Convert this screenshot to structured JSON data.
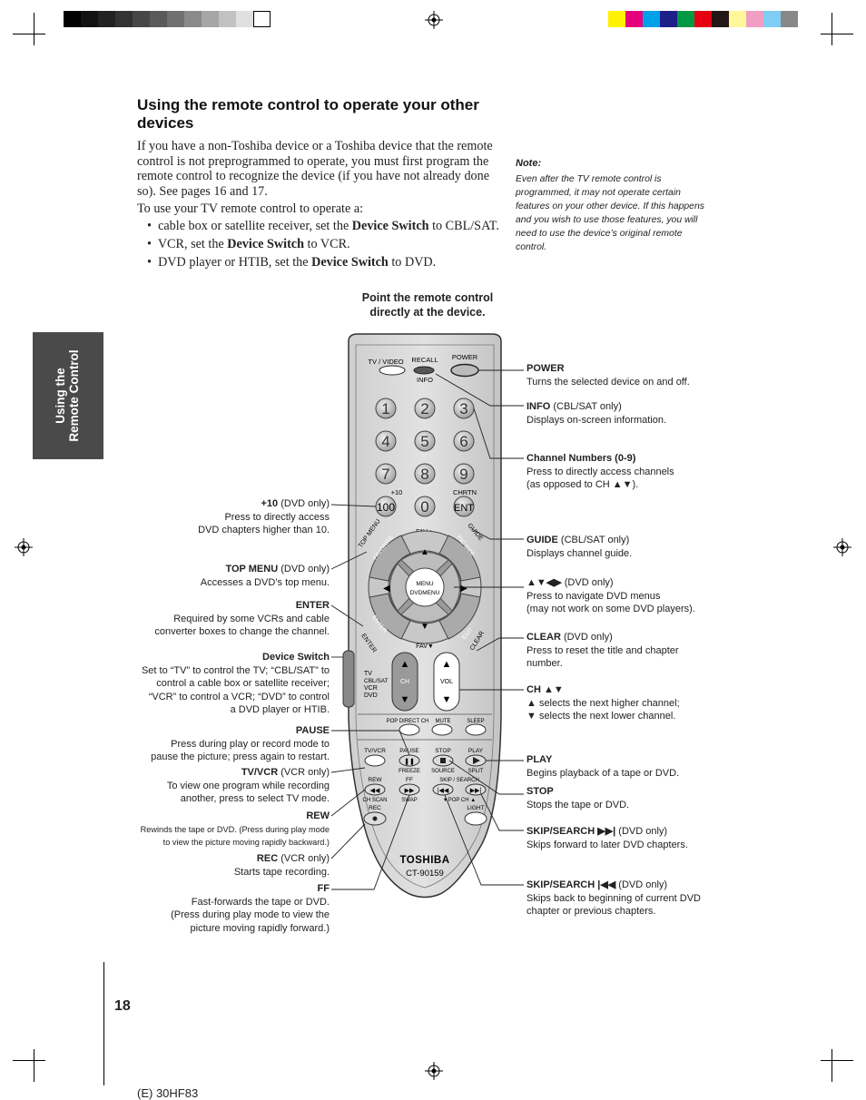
{
  "heading": "Using the remote control to operate your other devices",
  "intro": "If you have a non-Toshiba device or a Toshiba device that the remote control is not preprogrammed to operate, you must first program the remote control to recognize the device (if you have not already done so). See pages 16 and 17.",
  "use_intro": "To use your TV remote control to operate a:",
  "bullets": [
    {
      "pre": "cable box or satellite receiver, set the ",
      "bold": "Device Switch",
      "post": " to CBL/SAT."
    },
    {
      "pre": "VCR, set the ",
      "bold": "Device Switch",
      "post": " to VCR."
    },
    {
      "pre": "DVD player or HTIB, set the ",
      "bold": "Device Switch",
      "post": " to DVD."
    }
  ],
  "note": {
    "title": "Note:",
    "text": "Even after the TV remote control is programmed, it may not operate certain features on your other device. If this happens and you wish to use those features, you will need to use the device’s original remote control."
  },
  "side_tab": {
    "line1": "Using the",
    "line2": "Remote Control"
  },
  "point_label": {
    "line1": "Point the remote control",
    "line2": "directly at the device."
  },
  "remote": {
    "tv_video": "TV / VIDEO",
    "recall": "RECALL",
    "info": "INFO",
    "power": "POWER",
    "digits": [
      "1",
      "2",
      "3",
      "4",
      "5",
      "6",
      "7",
      "8",
      "9"
    ],
    "plus10_label": "+10",
    "chrtn": "CHRTN",
    "k100": "100",
    "k0": "0",
    "ent": "ENT",
    "top_menu": "TOP MENU",
    "guide": "GUIDE",
    "favorite": "FAVORITE",
    "pic_size": "PIC SIZE",
    "fav_up": "FAV▲",
    "fav_down": "FAV▼",
    "menu": "MENU",
    "dvdmenu": "DVDMENU",
    "enter": "ENTER",
    "exit": "EXIT",
    "clear": "CLEAR",
    "sw_tv": "TV",
    "sw_cbl": "CBL/SAT",
    "sw_vcr": "VCR",
    "sw_dvd": "DVD",
    "ch": "CH",
    "vol": "VOL",
    "pop_direct": "POP DIRECT CH",
    "mute": "MUTE",
    "sleep": "SLEEP",
    "tvvcr": "TV/VCR",
    "pause": "PAUSE",
    "stop": "STOP",
    "play": "PLAY",
    "freeze": "FREEZE",
    "source": "SOURCE",
    "split": "SPLIT",
    "rew": "REW",
    "ff": "FF",
    "skip": "SKIP / SEARCH",
    "chscan": "CH SCAN",
    "swap": "SWAP",
    "popch": "▼POP CH ▲",
    "rec": "REC",
    "light": "LIGHT",
    "brand": "TOSHIBA",
    "model": "CT-90159"
  },
  "left_labels": {
    "plus10": {
      "title": "+10",
      "qual": " (DVD only)",
      "lines": [
        "Press to directly access",
        "DVD chapters higher than 10."
      ]
    },
    "top_menu": {
      "title": "TOP MENU",
      "qual": " (DVD only)",
      "lines": [
        "Accesses a DVD’s top menu."
      ]
    },
    "enter": {
      "title": "ENTER",
      "lines": [
        "Required by some VCRs and cable",
        "converter boxes to change the channel."
      ]
    },
    "device_switch": {
      "title": "Device Switch",
      "lines": [
        "Set to “TV” to control the TV; “CBL/SAT” to",
        "control a cable box or satellite receiver;",
        "“VCR” to control a VCR; “DVD” to control",
        "a DVD player or HTIB."
      ]
    },
    "pause": {
      "title": "PAUSE",
      "lines": [
        "Press during play or record mode to",
        "pause the picture; press again to restart."
      ]
    },
    "tvvcr": {
      "title": "TV/VCR",
      "qual": " (VCR only)",
      "lines": [
        "To view one program while recording",
        "another, press to select TV mode."
      ]
    },
    "rew": {
      "title": "REW",
      "lines": [
        "Rewinds the tape or DVD. (Press during play mode",
        "to view the picture moving rapidly backward.)"
      ]
    },
    "rec": {
      "title": "REC",
      "qual": " (VCR only)",
      "lines": [
        "Starts tape recording."
      ]
    },
    "ff": {
      "title": "FF",
      "lines": [
        "Fast-forwards the tape or DVD.",
        "(Press during play mode to view the",
        "picture moving rapidly forward.)"
      ]
    }
  },
  "right_labels": {
    "power": {
      "title": "POWER",
      "lines": [
        "Turns the selected device on and off."
      ]
    },
    "info": {
      "title": "INFO",
      "qual": " (CBL/SAT only)",
      "lines": [
        "Displays on-screen information."
      ]
    },
    "channel": {
      "title": "Channel Numbers (0-9)",
      "lines": [
        "Press to directly access channels",
        "(as opposed to CH ▲▼)."
      ]
    },
    "guide": {
      "title": "GUIDE",
      "qual": " (CBL/SAT only)",
      "lines": [
        "Displays channel guide."
      ]
    },
    "arrows": {
      "title": "▲▼◀▶",
      "qual": " (DVD only)",
      "lines": [
        "Press to navigate DVD menus",
        "(may not work on some DVD players)."
      ]
    },
    "clear": {
      "title": "CLEAR",
      "qual": " (DVD only)",
      "lines": [
        "Press to reset the title and chapter",
        "number."
      ]
    },
    "ch": {
      "title": "CH ▲▼",
      "lines": [
        "▲ selects the next higher channel;",
        "▼ selects the next lower channel."
      ]
    },
    "play": {
      "title": "PLAY",
      "lines": [
        "Begins playback of a tape or DVD."
      ]
    },
    "stop": {
      "title": "STOP",
      "lines": [
        "Stops the tape or DVD."
      ]
    },
    "skip_fwd": {
      "title": "SKIP/SEARCH ▶▶|",
      "qual": " (DVD only)",
      "lines": [
        "Skips forward to later DVD chapters."
      ]
    },
    "skip_back": {
      "title": "SKIP/SEARCH |◀◀",
      "qual": " (DVD only)",
      "lines": [
        "Skips back to beginning of current DVD",
        "chapter or previous chapters."
      ]
    }
  },
  "page_number": "18",
  "footer": "(E) 30HF83"
}
